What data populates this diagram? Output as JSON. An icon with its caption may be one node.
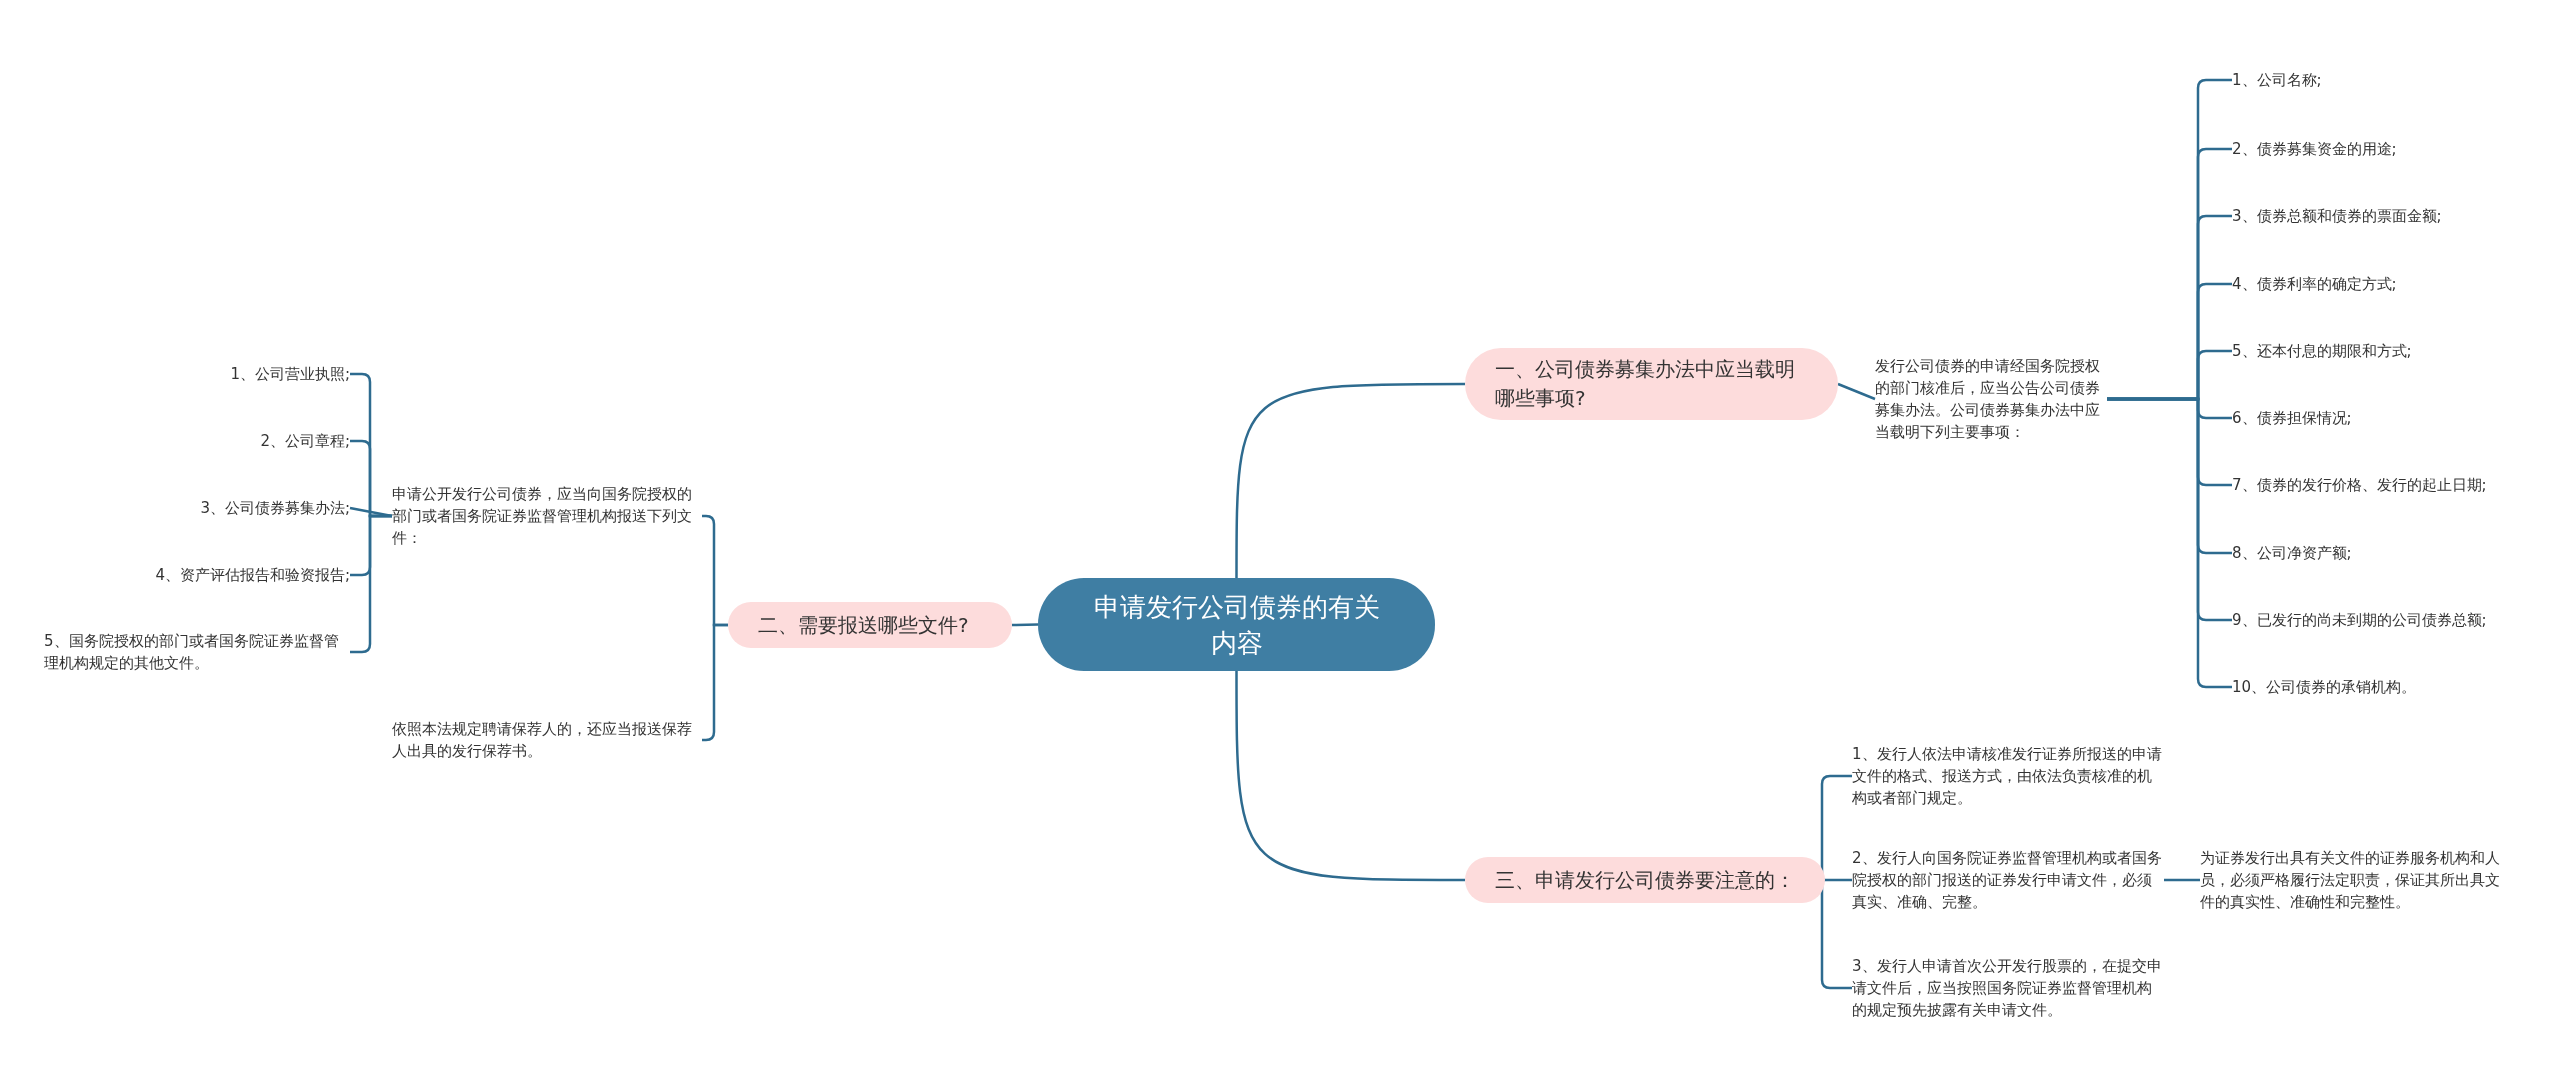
{
  "diagram": {
    "nodes": [
      {
        "text": [
          "申请发行公司债券的有关内容"
        ]
      },
      {
        "text": [
          "一、公司债券募集办法中应当载明哪些事项?"
        ]
      },
      {
        "text": [
          "发行公司债券的申请经国务院授权的部门核准后，应当公告公司债券募集办法。公司债券募集办法中应当载明下列主要事项："
        ]
      },
      {
        "text": [
          "1、公司名称;"
        ]
      },
      {
        "text": [
          "2、债券募集资金的用途;"
        ]
      },
      {
        "text": [
          "3、债券总额和债券的票面金额;"
        ]
      },
      {
        "text": [
          "4、债券利率的确定方式;"
        ]
      },
      {
        "text": [
          "5、还本付息的期限和方式;"
        ]
      },
      {
        "text": [
          "6、债券担保情况;"
        ]
      },
      {
        "text": [
          "7、债券的发行价格、发行的起止日期;"
        ]
      },
      {
        "text": [
          "8、公司净资产额;"
        ]
      },
      {
        "text": [
          "9、已发行的尚未到期的公司债券总额;"
        ]
      },
      {
        "text": [
          "10、公司债券的承销机构。"
        ]
      },
      {
        "text": [
          "三、申请发行公司债券要注意的："
        ]
      },
      {
        "text": [
          "1、发行人依法申请核准发行证券所报送的申请文件的格式、报送方式，由依法负责核准的机构或者部门规定。"
        ]
      },
      {
        "text": [
          "2、发行人向国务院证券监督管理机构或者国务院授权的部门报送的证券发行申请文件，必须真实、准确、完整。"
        ]
      },
      {
        "text": [
          "3、发行人申请首次公开发行股票的，在提交申请文件后，应当按照国务院证券监督管理机构的规定预先披露有关申请文件。"
        ]
      },
      {
        "text": [
          "为证券发行出具有关文件的证券服务机构和人员，必须严格履行法定职责，保证其所出具文件的真实性、准确性和完整性。"
        ]
      },
      {
        "text": [
          "二、需要报送哪些文件?"
        ]
      },
      {
        "text": [
          "申请公开发行公司债券，应当向国务院授权的部门或者国务院证券监督管理机构报送下列文件："
        ]
      },
      {
        "text": [
          "1、公司营业执照;"
        ]
      },
      {
        "text": [
          "2、公司章程;"
        ]
      },
      {
        "text": [
          "3、公司债券募集办法;"
        ]
      },
      {
        "text": [
          "4、资产评估报告和验资报告;"
        ]
      },
      {
        "text": [
          "5、国务院授权的部门或者国务院证券监督管理机构规定的其他文件。"
        ]
      },
      {
        "text": [
          "依照本法规定聘请保荐人的，还应当报送保荐人出具的发行保荐书。"
        ]
      }
    ],
    "edges": [
      {
        "from": 0,
        "to": 1,
        "arrow": "none"
      },
      {
        "from": 1,
        "to": 2,
        "arrow": "none"
      },
      {
        "from": 2,
        "to": 3,
        "arrow": "none"
      },
      {
        "from": 2,
        "to": 4,
        "arrow": "none"
      },
      {
        "from": 2,
        "to": 5,
        "arrow": "none"
      },
      {
        "from": 2,
        "to": 6,
        "arrow": "none"
      },
      {
        "from": 2,
        "to": 7,
        "arrow": "none"
      },
      {
        "from": 2,
        "to": 8,
        "arrow": "none"
      },
      {
        "from": 2,
        "to": 9,
        "arrow": "none"
      },
      {
        "from": 2,
        "to": 10,
        "arrow": "none"
      },
      {
        "from": 2,
        "to": 11,
        "arrow": "none"
      },
      {
        "from": 2,
        "to": 12,
        "arrow": "none"
      },
      {
        "from": 0,
        "to": 13,
        "arrow": "none"
      },
      {
        "from": 13,
        "to": 14,
        "arrow": "none"
      },
      {
        "from": 13,
        "to": 15,
        "arrow": "none"
      },
      {
        "from": 13,
        "to": 16,
        "arrow": "none"
      },
      {
        "from": 15,
        "to": 17,
        "arrow": "none"
      },
      {
        "from": 0,
        "to": 18,
        "arrow": "none"
      },
      {
        "from": 18,
        "to": 19,
        "arrow": "none"
      },
      {
        "from": 18,
        "to": 25,
        "arrow": "none"
      },
      {
        "from": 19,
        "to": 20,
        "arrow": "none"
      },
      {
        "from": 19,
        "to": 21,
        "arrow": "none"
      },
      {
        "from": 19,
        "to": 22,
        "arrow": "none"
      },
      {
        "from": 19,
        "to": 23,
        "arrow": "none"
      },
      {
        "from": 19,
        "to": 24,
        "arrow": "none"
      }
    ]
  }
}
